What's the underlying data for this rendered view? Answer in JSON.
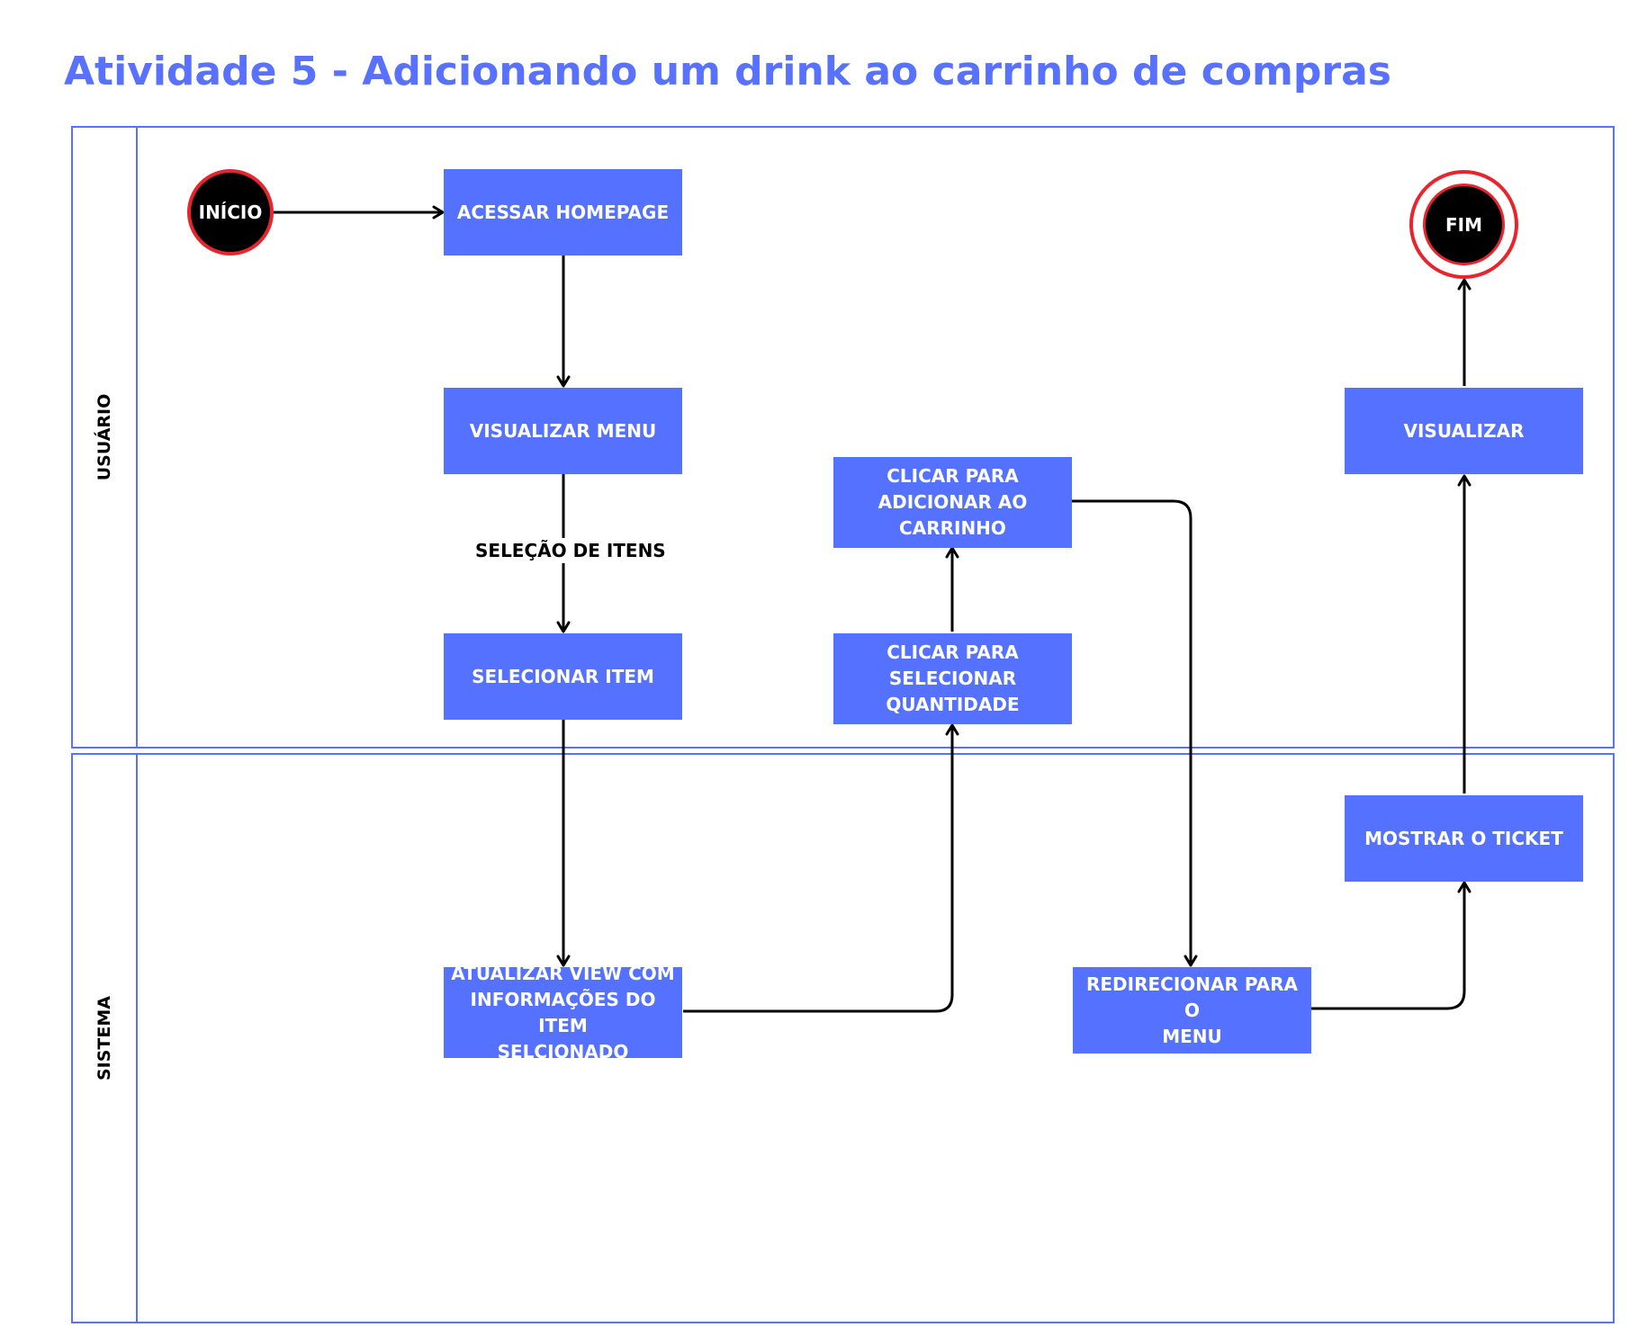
{
  "title": "Atividade 5 - Adicionando um drink ao carrinho de compras",
  "lanes": {
    "usuario": "USUÁRIO",
    "sistema": "SISTEMA"
  },
  "nodes": {
    "start": "INÍCIO",
    "end": "FIM",
    "acessar_homepage": "ACESSAR HOMEPAGE",
    "visualizar_menu": "VISUALIZAR MENU",
    "selecionar_item": "SELECIONAR ITEM",
    "clicar_adicionar": "CLICAR PARA\nADICIONAR AO\nCARRINHO",
    "clicar_quantidade": "CLICAR PARA\nSELECIONAR\nQUANTIDADE",
    "visualizar": "VISUALIZAR",
    "atualizar_view": "ATUALIZAR VIEW COM\nINFORMAÇÕES DO ITEM\nSELCIONADO",
    "redirecionar_menu": "REDIRECIONAR PARA O\nMENU",
    "mostrar_ticket": "MOSTRAR O TICKET"
  },
  "edge_labels": {
    "selecao_itens": "SELEÇÃO DE ITENS"
  },
  "colors": {
    "accent": "#5471ff",
    "title": "#5871ff",
    "lane_border": "#5871ff",
    "start_end_ring": "#e8242c",
    "arrow": "#000000"
  }
}
